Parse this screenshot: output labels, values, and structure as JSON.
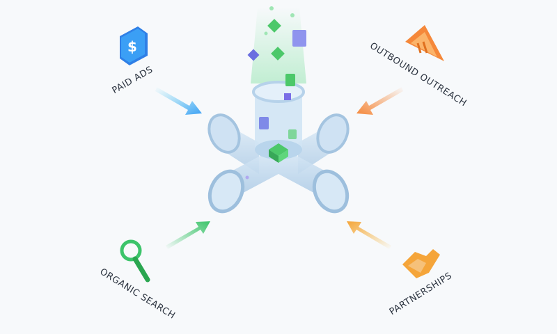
{
  "channels": [
    {
      "id": "paid-ads",
      "label": "PAID ADS",
      "icon": "dollar-tag-icon",
      "color": "#3b8ff5"
    },
    {
      "id": "outbound-outreach",
      "label": "OUTBOUND OUTREACH",
      "icon": "megaphone-icon",
      "color": "#f5883a"
    },
    {
      "id": "organic-search",
      "label": "ORGANIC SEARCH",
      "icon": "magnifier-icon",
      "color": "#3cc46a"
    },
    {
      "id": "partnerships",
      "label": "PARTNERSHIPS",
      "icon": "handshake-icon",
      "color": "#f5a53a"
    }
  ],
  "center": {
    "icon": "pipe-junction-icon",
    "accent": "#4cc86a",
    "pipe_color": "#bcd7ee"
  }
}
